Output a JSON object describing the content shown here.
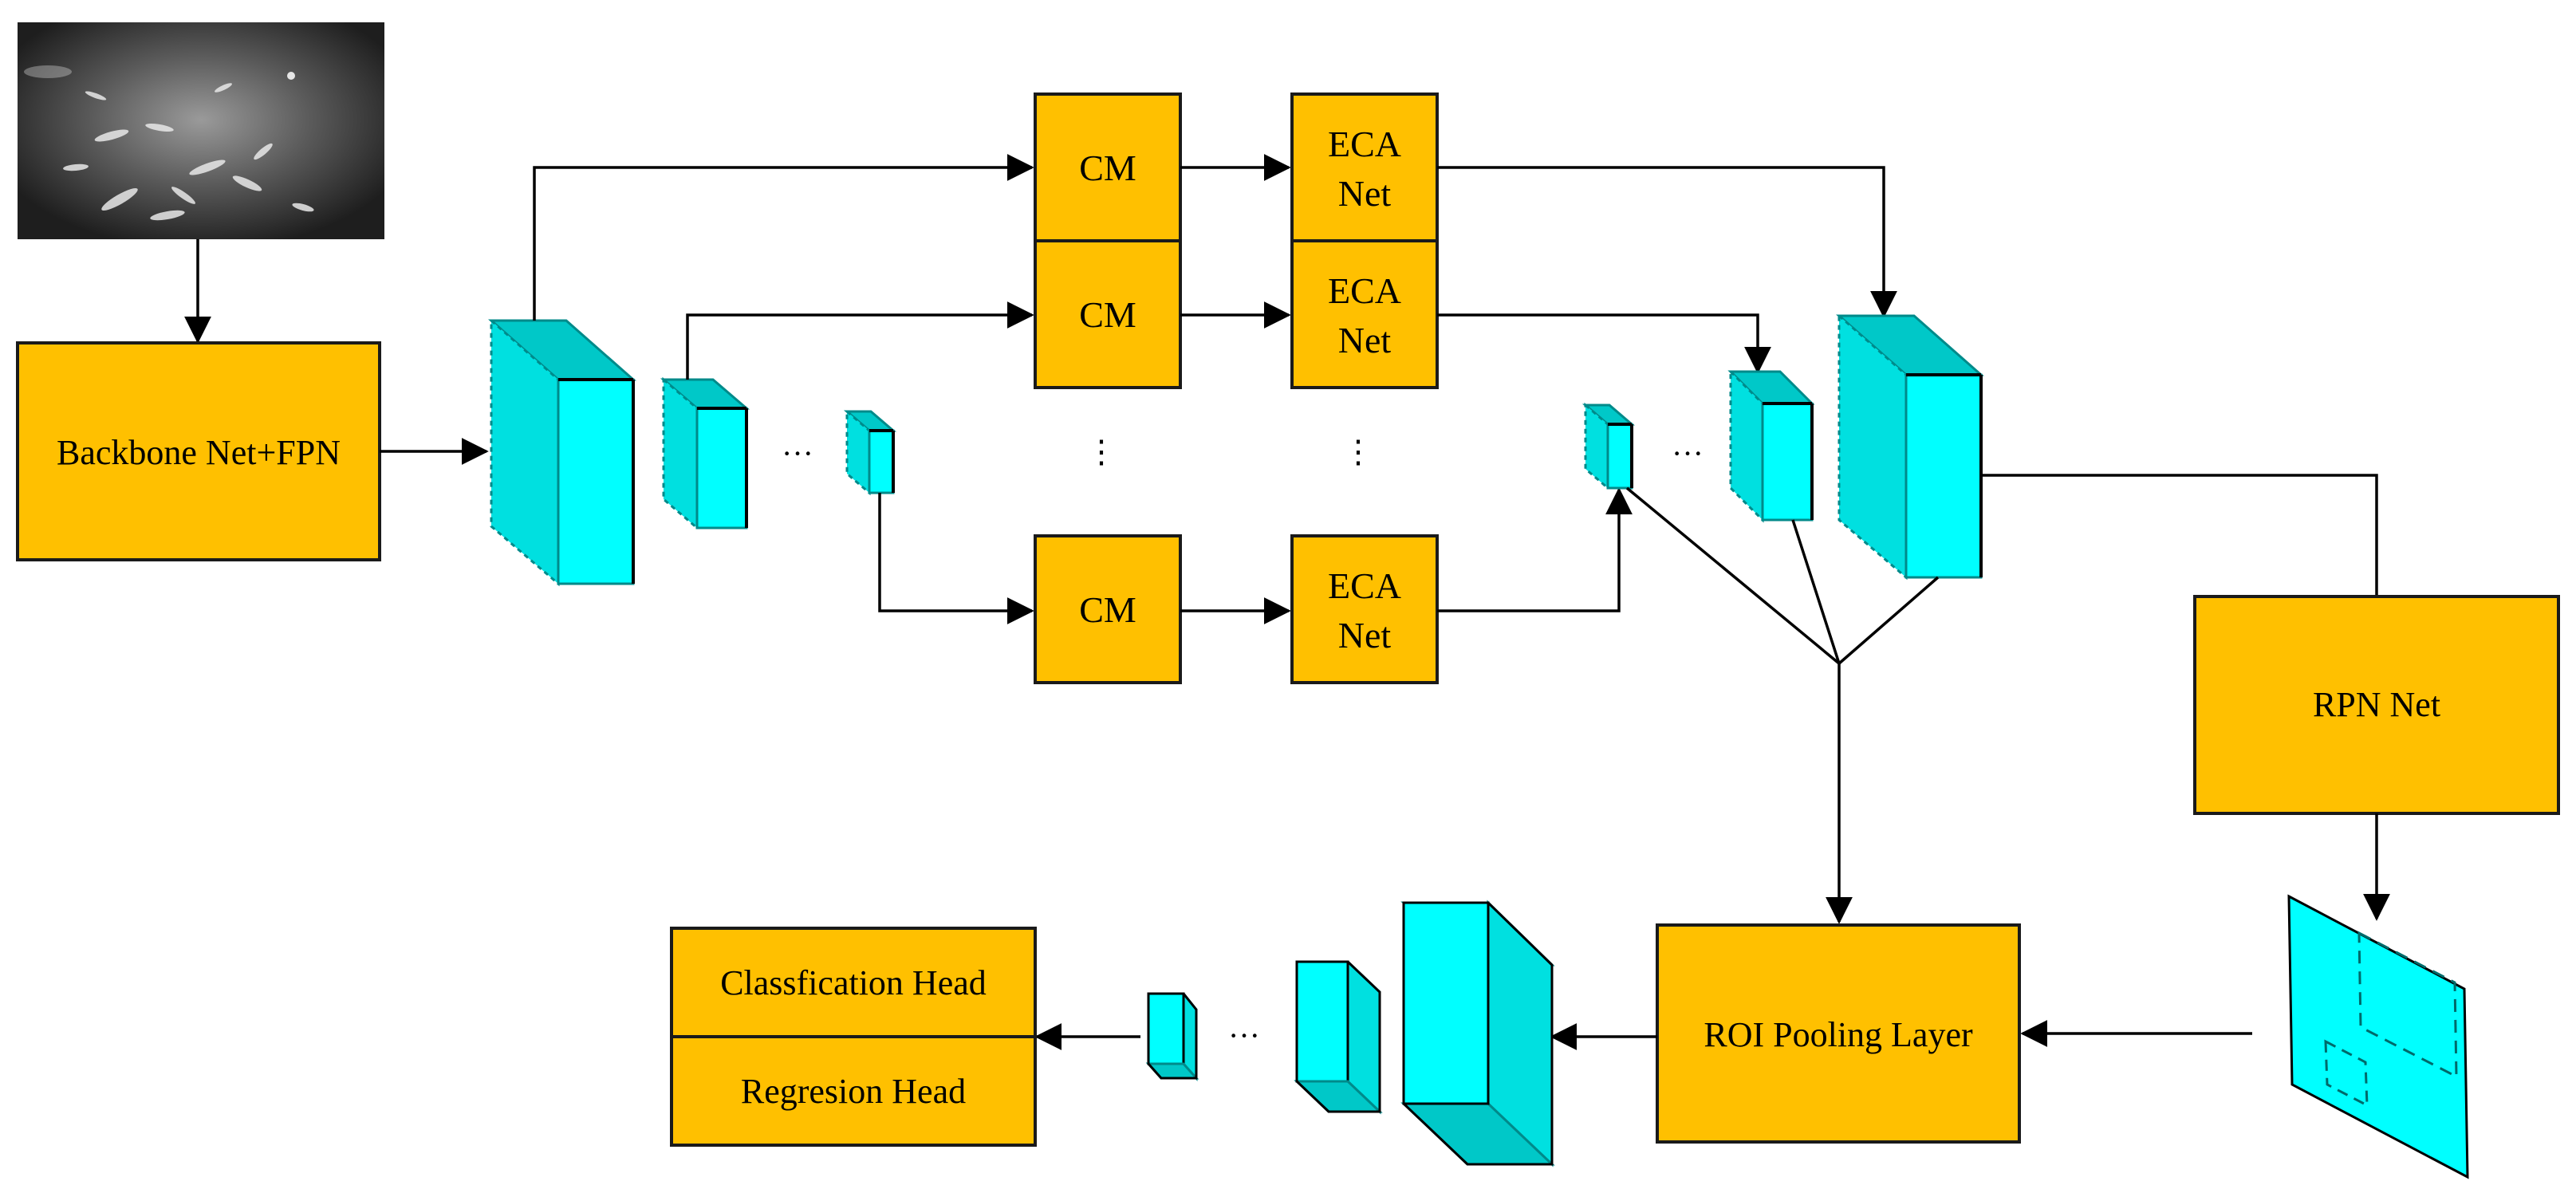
{
  "labels": {
    "backbone": "Backbone Net+FPN",
    "cm_1": "CM",
    "cm_2": "CM",
    "cm_3": "CM",
    "eca_1_line1": "ECA",
    "eca_1_line2": "Net",
    "eca_2_line1": "ECA",
    "eca_2_line2": "Net",
    "eca_3_line1": "ECA",
    "eca_3_line2": "Net",
    "rpn": "RPN Net",
    "roi": "ROI Pooling Layer",
    "classification_head": "Classfication Head",
    "regression_head": "Regresion Head"
  },
  "ellipses": {
    "horizontal": "···",
    "vertical": "⋮"
  },
  "colors": {
    "box_fill": "#FFC000",
    "feature_fill": "#00FFFF",
    "feature_top": "#00C8C8",
    "line": "#000000"
  },
  "icons": {
    "input_photo": "fish-tank-photo",
    "proposal_plane": "region-proposal-map"
  }
}
